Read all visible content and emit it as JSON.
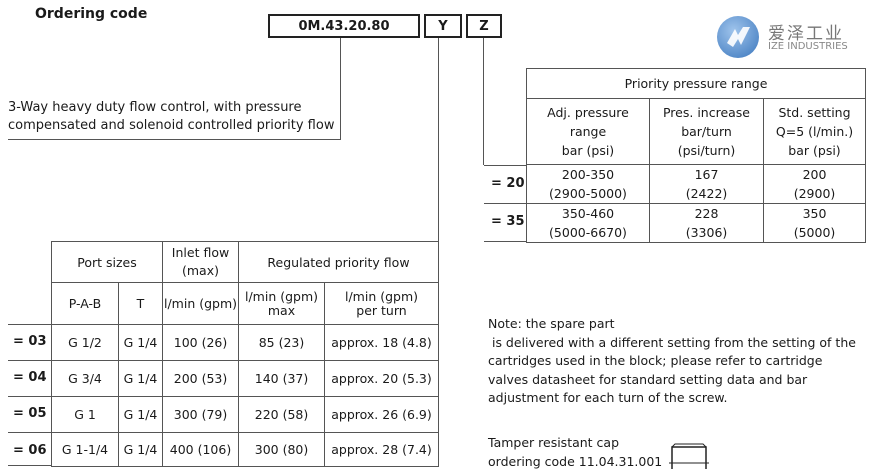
{
  "heading": "Ordering code",
  "code": {
    "main": "0M.43.20.80",
    "y": "Y",
    "z": "Z"
  },
  "logo": {
    "cn": "爱泽工业",
    "en": "IZE INDUSTRIES"
  },
  "description": {
    "line1": "3-Way heavy duty flow control, with pressure",
    "line2": "compensated and solenoid controlled priority flow"
  },
  "priority_table": {
    "title": "Priority pressure range",
    "headers": [
      [
        "Adj. pressure",
        "range",
        "bar (psi)"
      ],
      [
        "Pres. increase",
        "bar/turn",
        "(psi/turn)"
      ],
      [
        "Std. setting",
        "Q=5 (l/min.)",
        "bar (psi)"
      ]
    ],
    "rows": [
      {
        "label": "= 20",
        "cells": [
          [
            "200-350",
            "(2900-5000)"
          ],
          [
            "167",
            "(2422)"
          ],
          [
            "200",
            "(2900)"
          ]
        ]
      },
      {
        "label": "= 35",
        "cells": [
          [
            "350-460",
            "(5000-6670)"
          ],
          [
            "228",
            "(3306)"
          ],
          [
            "350",
            "(5000)"
          ]
        ]
      }
    ]
  },
  "flow_table": {
    "port_sizes": "Port sizes",
    "inlet_flow": [
      "Inlet flow",
      "(max)"
    ],
    "regulated": "Regulated priority flow",
    "sub": {
      "pab": "P-A-B",
      "t": "T",
      "inlet": "l/min (gpm)",
      "max": [
        "l/min (gpm)",
        "max"
      ],
      "perturn": [
        "l/min (gpm)",
        "per turn"
      ]
    },
    "rows": [
      {
        "label": "= 03",
        "pab": "G 1/2",
        "t": "G 1/4",
        "inlet": "100 (26)",
        "max": "85 (23)",
        "perturn": "approx. 18 (4.8)"
      },
      {
        "label": "= 04",
        "pab": "G 3/4",
        "t": "G 1/4",
        "inlet": "200 (53)",
        "max": "140 (37)",
        "perturn": "approx. 20 (5.3)"
      },
      {
        "label": "= 05",
        "pab": "G 1",
        "t": "G 1/4",
        "inlet": "300 (79)",
        "max": "220 (58)",
        "perturn": "approx. 26 (6.9)"
      },
      {
        "label": "= 06",
        "pab": "G 1-1/4",
        "t": "G 1/4",
        "inlet": "400 (106)",
        "max": "300 (80)",
        "perturn": "approx. 28 (7.4)"
      }
    ]
  },
  "note": [
    "Note: the spare part",
    " is delivered with a different setting from the setting of the",
    "cartridges used in the block; please refer to cartridge",
    "valves datasheet for standard setting data and bar",
    "adjustment for each turn of the screw."
  ],
  "cap": [
    "Tamper resistant cap",
    "ordering code 11.04.31.001"
  ]
}
